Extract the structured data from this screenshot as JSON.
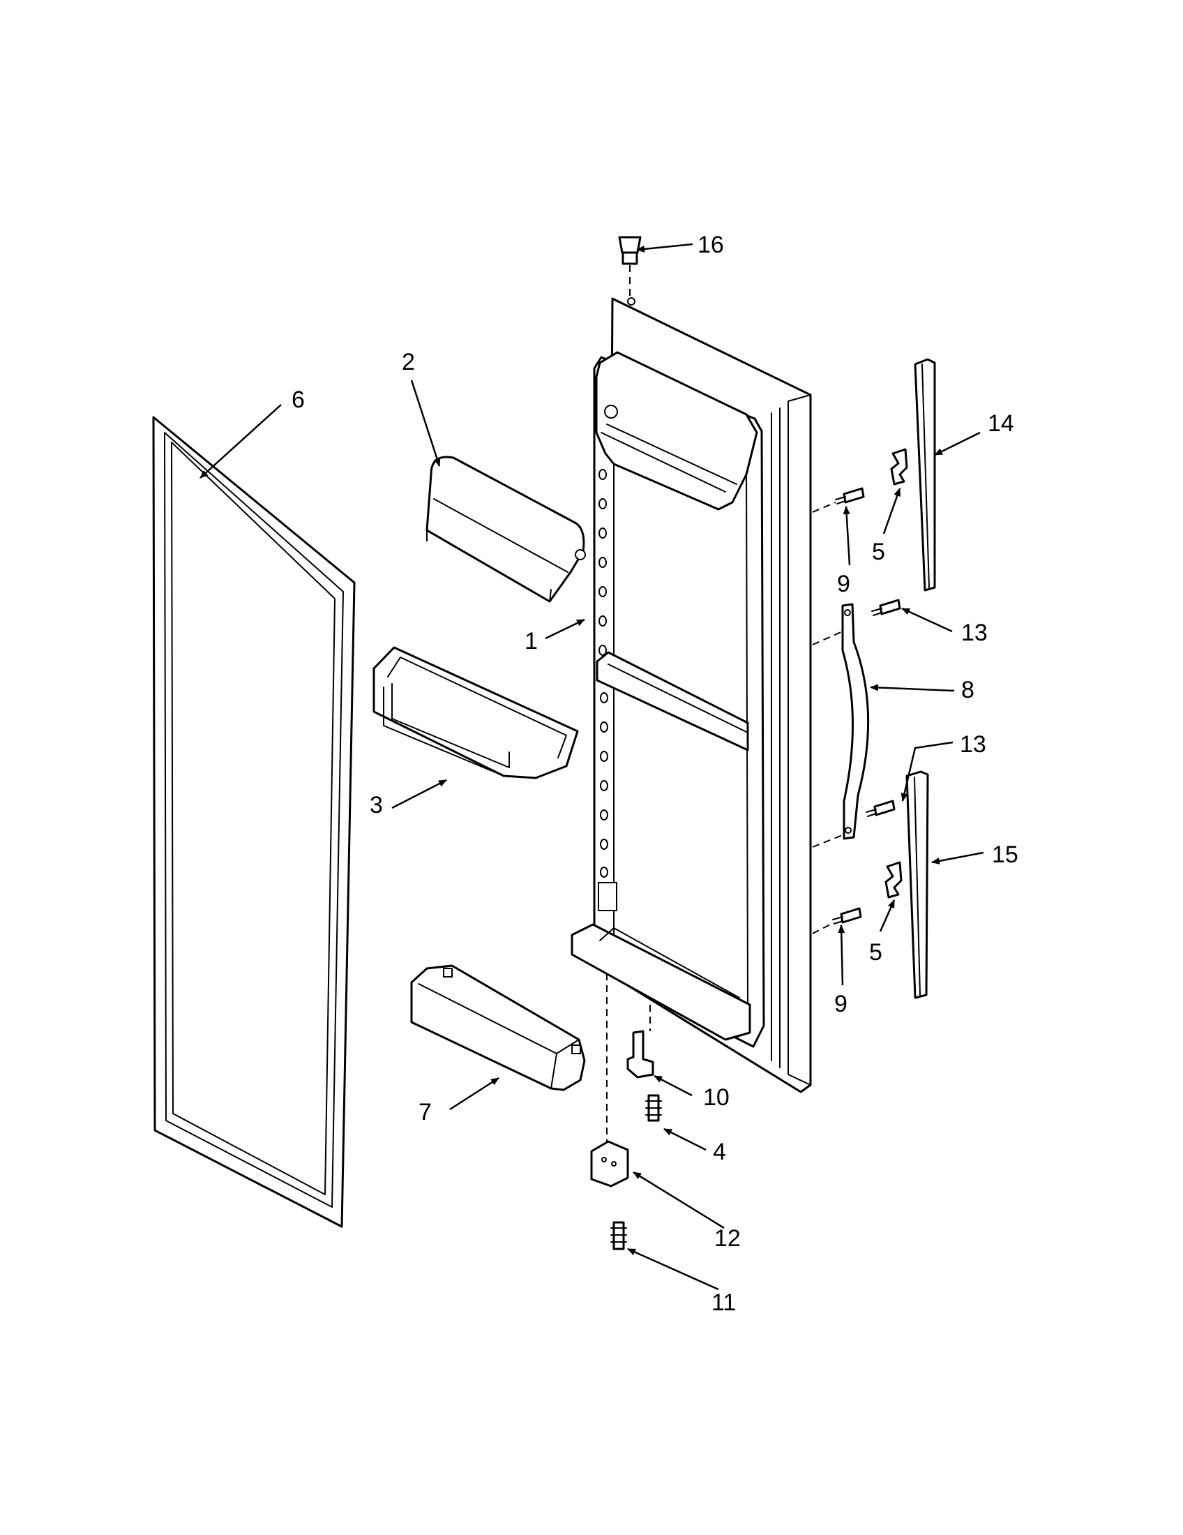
{
  "colors": {
    "line": "#000000",
    "background": "#ffffff"
  },
  "callouts": {
    "c1": "1",
    "c2": "2",
    "c3": "3",
    "c4": "4",
    "c5a": "5",
    "c5b": "5",
    "c6": "6",
    "c7": "7",
    "c8": "8",
    "c9a": "9",
    "c9b": "9",
    "c10": "10",
    "c11": "11",
    "c12": "12",
    "c13a": "13",
    "c13b": "13",
    "c14": "14",
    "c15": "15",
    "c16": "16"
  }
}
